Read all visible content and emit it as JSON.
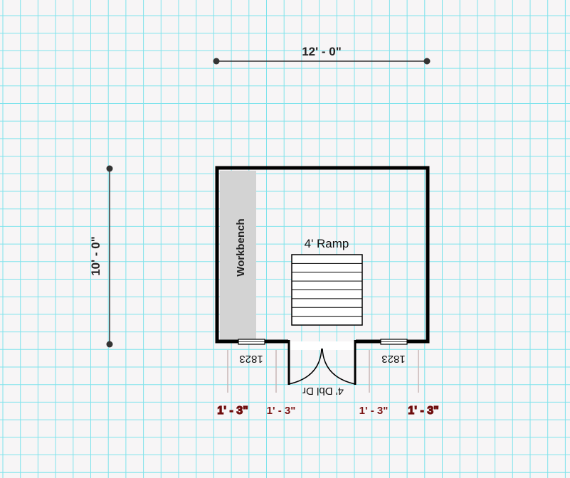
{
  "dimensions": {
    "width_label": "12' - 0\"",
    "height_label": "10' - 0\""
  },
  "fixtures": {
    "workbench_label": "Workbench",
    "ramp_label": "4' Ramp",
    "door_label": "4' Dbl Dr"
  },
  "windows": [
    {
      "label": "1823"
    },
    {
      "label": "1823"
    }
  ],
  "offsets": [
    "1' - 3\"",
    "1' - 3\"",
    "1' - 3\"",
    "1' - 3\""
  ],
  "colors": {
    "grid": "#6fe0ea",
    "offset_text": "#7a1515",
    "wall": "#000000",
    "workbench": "#d3d3d3"
  }
}
